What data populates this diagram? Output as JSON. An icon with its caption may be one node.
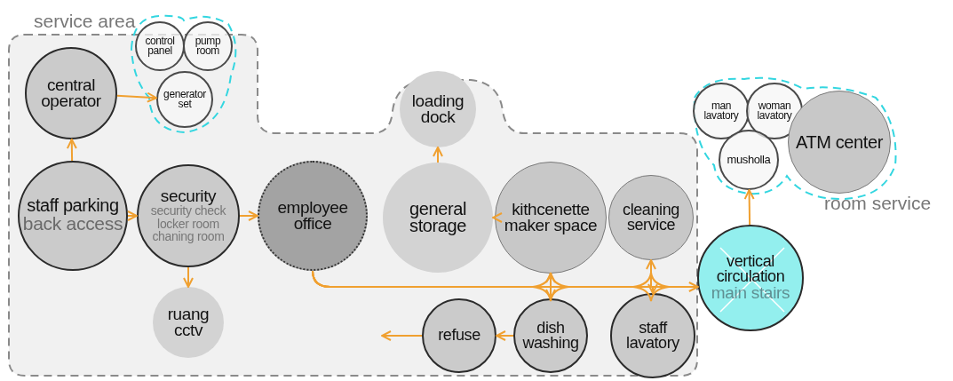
{
  "diagram": {
    "nodes": [
      {
        "text": [
          "service area"
        ]
      },
      {
        "text": [
          "central operator"
        ],
        "in": 0
      },
      {
        "text": [
          "control panel"
        ],
        "in": 0
      },
      {
        "text": [
          "pump room"
        ],
        "in": 0
      },
      {
        "text": [
          "generator set"
        ],
        "in": 0
      },
      {
        "text": [
          "staff parking",
          "back access"
        ],
        "in": 0
      },
      {
        "text": [
          "security",
          "security check",
          "locker room",
          "chaning room"
        ],
        "in": 0
      },
      {
        "text": [
          "employee office"
        ],
        "in": 0
      },
      {
        "text": [
          "ruang cctv"
        ],
        "in": 0
      },
      {
        "text": [
          "loading dock"
        ],
        "in": 0
      },
      {
        "text": [
          "general storage"
        ],
        "in": 0
      },
      {
        "text": [
          "kithcenette maker space"
        ],
        "in": 0
      },
      {
        "text": [
          "cleaning service"
        ],
        "in": 0
      },
      {
        "text": [
          "refuse"
        ],
        "in": 0
      },
      {
        "text": [
          "dish washing"
        ],
        "in": 0
      },
      {
        "text": [
          "staff lavatory"
        ],
        "in": 0
      },
      {
        "text": [
          "room service"
        ]
      },
      {
        "text": [
          "man lavatory"
        ],
        "in": 16
      },
      {
        "text": [
          "woman lavatory"
        ],
        "in": 16
      },
      {
        "text": [
          "musholla"
        ],
        "in": 16
      },
      {
        "text": [
          "ATM center"
        ],
        "in": 16
      },
      {
        "text": [
          "vertical circulation",
          "main stairs"
        ]
      }
    ],
    "edges": [
      {
        "from": 5,
        "to": 1,
        "arrow": "to"
      },
      {
        "from": 1,
        "to": 4,
        "arrow": "to"
      },
      {
        "from": 5,
        "to": 6,
        "arrow": "to"
      },
      {
        "from": 6,
        "to": 7,
        "arrow": "to"
      },
      {
        "from": 6,
        "to": 8,
        "arrow": "to"
      },
      {
        "from": 10,
        "to": 9,
        "arrow": "to"
      },
      {
        "from": 11,
        "to": 10,
        "arrow": "to"
      },
      {
        "from": 7,
        "to": 11,
        "arrow": "to"
      },
      {
        "from": 7,
        "to": 14,
        "arrow": "to"
      },
      {
        "from": 7,
        "to": 12,
        "arrow": "to"
      },
      {
        "from": 7,
        "to": 15,
        "arrow": "to"
      },
      {
        "from": 7,
        "to": 21,
        "arrow": "to"
      },
      {
        "from": 14,
        "to": 13,
        "arrow": "to"
      },
      {
        "from": 13,
        "to": null,
        "arrow": "to"
      },
      {
        "from": 21,
        "to": 19,
        "arrow": "to"
      }
    ]
  }
}
